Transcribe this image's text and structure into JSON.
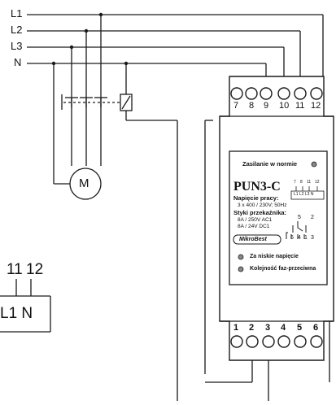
{
  "lines": {
    "l1": "L1",
    "l2": "L2",
    "l3": "L3",
    "n": "N"
  },
  "motor": {
    "label": "M"
  },
  "device": {
    "top_terminals": [
      "7",
      "8",
      "9",
      "10",
      "11",
      "12"
    ],
    "bottom_terminals": [
      "1",
      "2",
      "3",
      "4",
      "5",
      "6"
    ],
    "power_ok_label": "Zasilanie w normie",
    "model": "PUN3-C",
    "mini_numbers": [
      "7",
      "8",
      "11",
      "12"
    ],
    "mini_box": "L1 L2 L3 N",
    "voltage_title": "Napięcie pracy:",
    "voltage_value": "3 x 400 / 230V; 50Hz",
    "contacts_title": "Styki przekaźnika:",
    "contacts_ac": "8A / 250V AC1",
    "contacts_dc": "8A / 24V DC1",
    "relay_top_numbers": [
      "5",
      "2"
    ],
    "relay_bottom_numbers": [
      "6",
      "4",
      "1",
      "3"
    ],
    "brand": "MikroBest",
    "low_voltage_label": "Za niskie napięcie",
    "phase_order_label": "Kolejność faz-przeciwna"
  },
  "partial_view": {
    "numbers": [
      "11",
      "12"
    ],
    "box_text": "L1 N"
  },
  "colors": {
    "wire": "#1a1a1a",
    "led": "#888888",
    "device_fill": "#ffffff"
  }
}
